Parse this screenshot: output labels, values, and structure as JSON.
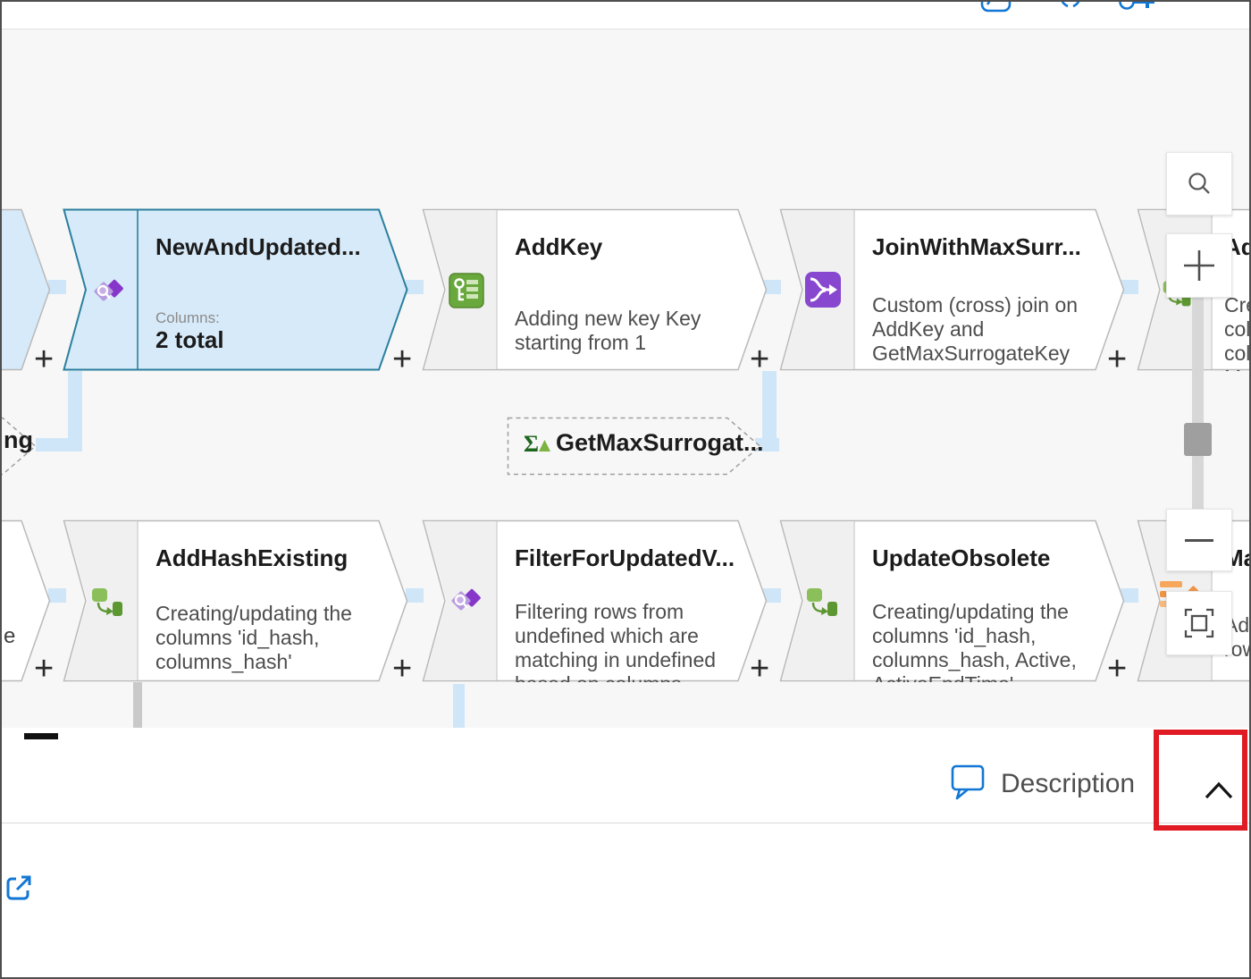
{
  "colors": {
    "accent_blue": "#1277d4",
    "selected_border_teal": "#2a7f9d",
    "selected_fill_blue": "#d7eaf9",
    "connector_blue": "#cfe6f8",
    "highlight_red": "#e01b24",
    "canvas_bg": "#f7f7f7"
  },
  "toolbar": {
    "icon_names": [
      "notebook-partial-icon",
      "braces-partial-icon",
      "key-partial-icon"
    ]
  },
  "graph": {
    "plus": "+",
    "r1": [
      {
        "name": "partial-left-stream"
      },
      {
        "title": "NewAndUpdated...",
        "columns_label": "Columns:",
        "columns_value": "2 total",
        "icon": "exists-transform-icon",
        "selected": "true"
      },
      {
        "title": "AddKey",
        "desc": [
          "Adding new key Key",
          "starting from 1"
        ],
        "icon": "surrogate-key-icon"
      },
      {
        "title": "JoinWithMaxSurr...",
        "desc": [
          "Custom (cross) join on",
          "AddKey and",
          "GetMaxSurrogateKey"
        ],
        "icon": "join-icon"
      },
      {
        "title": "Ad",
        "desc": [
          "Cre",
          "col",
          "col",
          "M."
        ],
        "icon": "derived-column-icon"
      }
    ],
    "refs": [
      {
        "title": "ng"
      },
      {
        "title": "GetMaxSurrogat...",
        "icon": "aggregate-sigma-icon"
      }
    ],
    "r2": [
      {
        "fragment": "e"
      },
      {
        "title": "AddHashExisting",
        "desc": [
          "Creating/updating the",
          "columns 'id_hash,",
          "columns_hash'"
        ],
        "icon": "derived-column-icon"
      },
      {
        "title": "FilterForUpdatedV...",
        "desc": [
          "Filtering rows from",
          "undefined which are",
          "matching in undefined",
          "based on columns"
        ],
        "icon": "exists-transform-icon"
      },
      {
        "title": "UpdateObsolete",
        "desc": [
          "Creating/updating the",
          "columns 'id_hash,",
          "columns_hash, Active,",
          "ActiveEndTime'"
        ],
        "icon": "derived-column-icon"
      },
      {
        "title": "Ma",
        "desc": [
          "Ad",
          "row"
        ],
        "icon": "alter-row-icon"
      }
    ]
  },
  "zoom_controls": {
    "search": "search",
    "zoom_in": "zoom in",
    "zoom_out": "zoom out",
    "fit": "fit to screen"
  },
  "panel": {
    "label": "Description"
  }
}
